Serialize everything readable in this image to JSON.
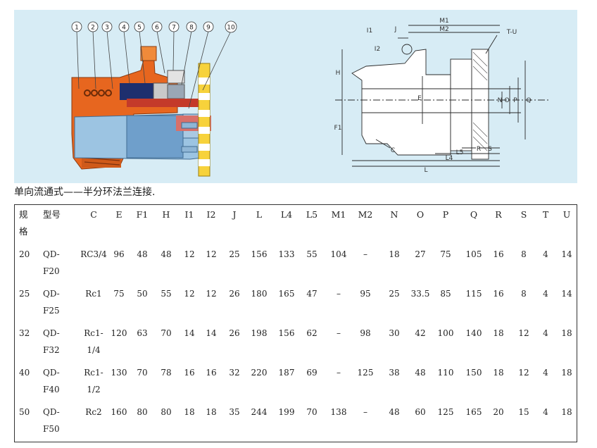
{
  "figure": {
    "part_numbers": [
      "1",
      "2",
      "3",
      "4",
      "5",
      "6",
      "7",
      "8",
      "9",
      "10"
    ],
    "dimension_labels": {
      "M1": "M1",
      "M2": "M2",
      "J": "J",
      "I1": "I1",
      "I2": "I2",
      "T_U": "T-U",
      "H": "H",
      "F1": "F1",
      "E": "E",
      "N": "N",
      "O": "O",
      "P": "P",
      "Q": "Q",
      "C": "C",
      "L4": "L4",
      "L5": "L5",
      "R": "R",
      "S": "S",
      "L": "L"
    }
  },
  "caption": "单向流通式——半分环法兰连接.",
  "table": {
    "headers": [
      "规\n格",
      "型号",
      "C",
      "E",
      "F1",
      "H",
      "I1",
      "I2",
      "J",
      "L",
      "L4",
      "L5",
      "M1",
      "M2",
      "N",
      "O",
      "P",
      "Q",
      "R",
      "S",
      "T",
      "U"
    ],
    "rows": [
      [
        "20",
        "QD-\nF20",
        "RC3/4",
        "96",
        "48",
        "48",
        "12",
        "12",
        "25",
        "156",
        "133",
        "55",
        "104",
        "–",
        "18",
        "27",
        "75",
        "105",
        "16",
        "8",
        "4",
        "14"
      ],
      [
        "25",
        "QD-\nF25",
        "Rc1",
        "75",
        "50",
        "55",
        "12",
        "12",
        "26",
        "180",
        "165",
        "47",
        "–",
        "95",
        "25",
        "33.5",
        "85",
        "115",
        "16",
        "8",
        "4",
        "14"
      ],
      [
        "32",
        "QD-\nF32",
        "Rc1-\n1/4",
        "120",
        "63",
        "70",
        "14",
        "14",
        "26",
        "198",
        "156",
        "62",
        "–",
        "98",
        "30",
        "42",
        "100",
        "140",
        "18",
        "12",
        "4",
        "18"
      ],
      [
        "40",
        "QD-\nF40",
        "Rc1-\n1/2",
        "130",
        "70",
        "78",
        "16",
        "16",
        "32",
        "220",
        "187",
        "69",
        "–",
        "125",
        "38",
        "48",
        "110",
        "150",
        "18",
        "12",
        "4",
        "18"
      ],
      [
        "50",
        "QD-\nF50",
        "Rc2",
        "160",
        "80",
        "80",
        "18",
        "18",
        "35",
        "244",
        "199",
        "70",
        "138",
        "–",
        "48",
        "60",
        "125",
        "165",
        "20",
        "15",
        "4",
        "18"
      ]
    ]
  }
}
